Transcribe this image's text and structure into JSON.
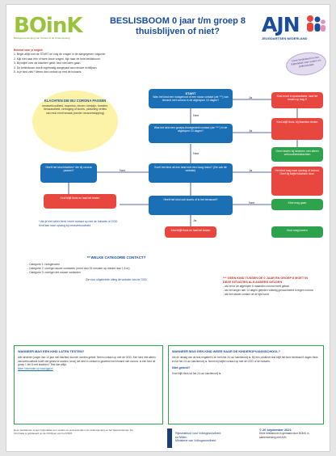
{
  "header": {
    "boink_logo": "BOinK",
    "boink_sub": "Belangenvereniging van Ouders in de Kinderopvang",
    "title_line1": "BESLISBOOM 0 jaar t/m groep 8",
    "title_line2": "thuisblijven of niet?",
    "ajn_logo": "AJN",
    "ajn_sub": "JEUGDARTSEN NEDERLAND"
  },
  "intro": {
    "heading": "Bekend voor je begint:",
    "steps": [
      "1. Begin altijd met de START en volg de vragen in de aangegeven volgorde.",
      "2. Kijk niet naar één of twee losse vragen, kijk naar de hele beslisboom.",
      "3. Bij twijfel over de klachten geldt: kind niet laten gaan.",
      "4. De beslisboom wordt regelmatig aangepast aan nieuwe richtlijnen.",
      "5. Is je kind ziek? Neem dan contact op met de huisarts."
    ],
    "sticker": "Deze beslisboom is een hulpmiddel voor ouders en professionals"
  },
  "flow": {
    "start_title": "START",
    "start_text": "Was het kind een huisgenoot of een nauw contact (zie \"*\") van iemand met corona in de afgelopen 10 dagen?",
    "q2": "Was het kind een groeps-blootgesteld contact (zie \"**\") in de afgelopen 10 dagen?",
    "q3": "Komt het kind uit een land met een hoog risico? (Zie ook de website)",
    "q4": "Heeft het kind klachten* die bij corona passen?",
    "q5": "Heeft het kind ook koorts of is het benauwd?",
    "oval_title": "KLACHTEN DIE BIJ CORONA PASSEN",
    "oval_text": "neusverkoudheid, loopneus, niezen, keelpijn, hoesten, benauwdheid, verhoging of koorts, plotseling verlies van reuk en/of smaak (zonder neusverstopping)",
    "r1": "Kind moet in quarantaine, laat het testen op dag 5",
    "r2": "Kind blijft thuis, bij klachten testen",
    "r3": "Geen testen bij kinderen met alleen verkoudheidsklachten",
    "r4": "Het kind mag naar opvang of school. Geef bij twijfel klachten door.",
    "r5": "Kind blijft thuis en laat het testen",
    "g1": "Kind mag gaan",
    "g2": "Kind mag komen",
    "ja": "Ja",
    "nee": "Nee",
    "note_left": "* Als je niet zeker bent: neem contact op met de huisarts of GGD.",
    "note_left2": "Kind kan naar opvang bij neusverkoudheid",
    "contact_heading": "** WELKE CATEGORIE CONTACT?",
    "contact_items": [
      "- Categorie 1: huisgenoten",
      "- Categorie 2: overige nauwe contacten (meer dan 15 minuten op minder dan 1,5 m)",
      "- Categorie 3: overige niet-nauwe contacten"
    ],
    "contact_foot": "Zie voor uitgebreide uitleg de website van de GGD",
    "right_heading": "*** GEEN KIND TUSSEN DE 0 JAAR EN GROEP 8 MOET IN DEZE SITUATIES ALS ANDERS GELDEN",
    "right_items": [
      "- als het in de afgelopen 6 maanden corona heeft gehad",
      "- als het langer dan 14 dagen geleden volledig gevaccineerd is tegen corona",
      "- als het nauwe contact uit de lijst hoort"
    ]
  },
  "panels": {
    "left_heading": "WANNEER MAG EEN KIND LATEN TESTEN?",
    "left_text": "Alle kinderen jonger dan 12 jaar met klachten kunnen worden getest. Neem contact op met de GGD. Een kind met alleen neusverkoudheid hoeft niet getest te worden, tenzij het kind in contact is geweest met iemand met corona. Is een kind uit groep 1 t/m 8 met klachten? Test dan altijd.",
    "left_link": "Meer informatie op www.ggd.nl",
    "right_heading": "WANNEER MAG EEN KIND WEER NAAR DE KINDEROPVANG/SCHOOL?",
    "right_text": "Als de uitslag van de test negatief is en het kind 24 uur klachtenvrij is. Bij een positieve test blijft het kind minimaal 5 dagen thuis en tot het 24 uur klachtenvrij is. Neem bij twijfel contact op met de GGD of de huisarts.",
    "right_sub": "Niet getest?",
    "right_text2": "Kind blijft thuis tot het 24 uur klachtenvrij is."
  },
  "footer": {
    "text": "Deze beslisboom is een hulpmiddel voor ouders en professionals in de kinderopvang en het basisonderwijs. De informatie is gebaseerd op de richtlijnen van het RIVM.",
    "rijk_line1": "Rijksinstituut voor Volksgezondheid",
    "rijk_line2": "en Milieu",
    "rijk_line3": "Ministerie van Volksgezondheid",
    "date_title": "© 20 september 2021",
    "date_text": "Deze beslisboom is gemaakt door BOinK in samenwerking met AJN"
  }
}
